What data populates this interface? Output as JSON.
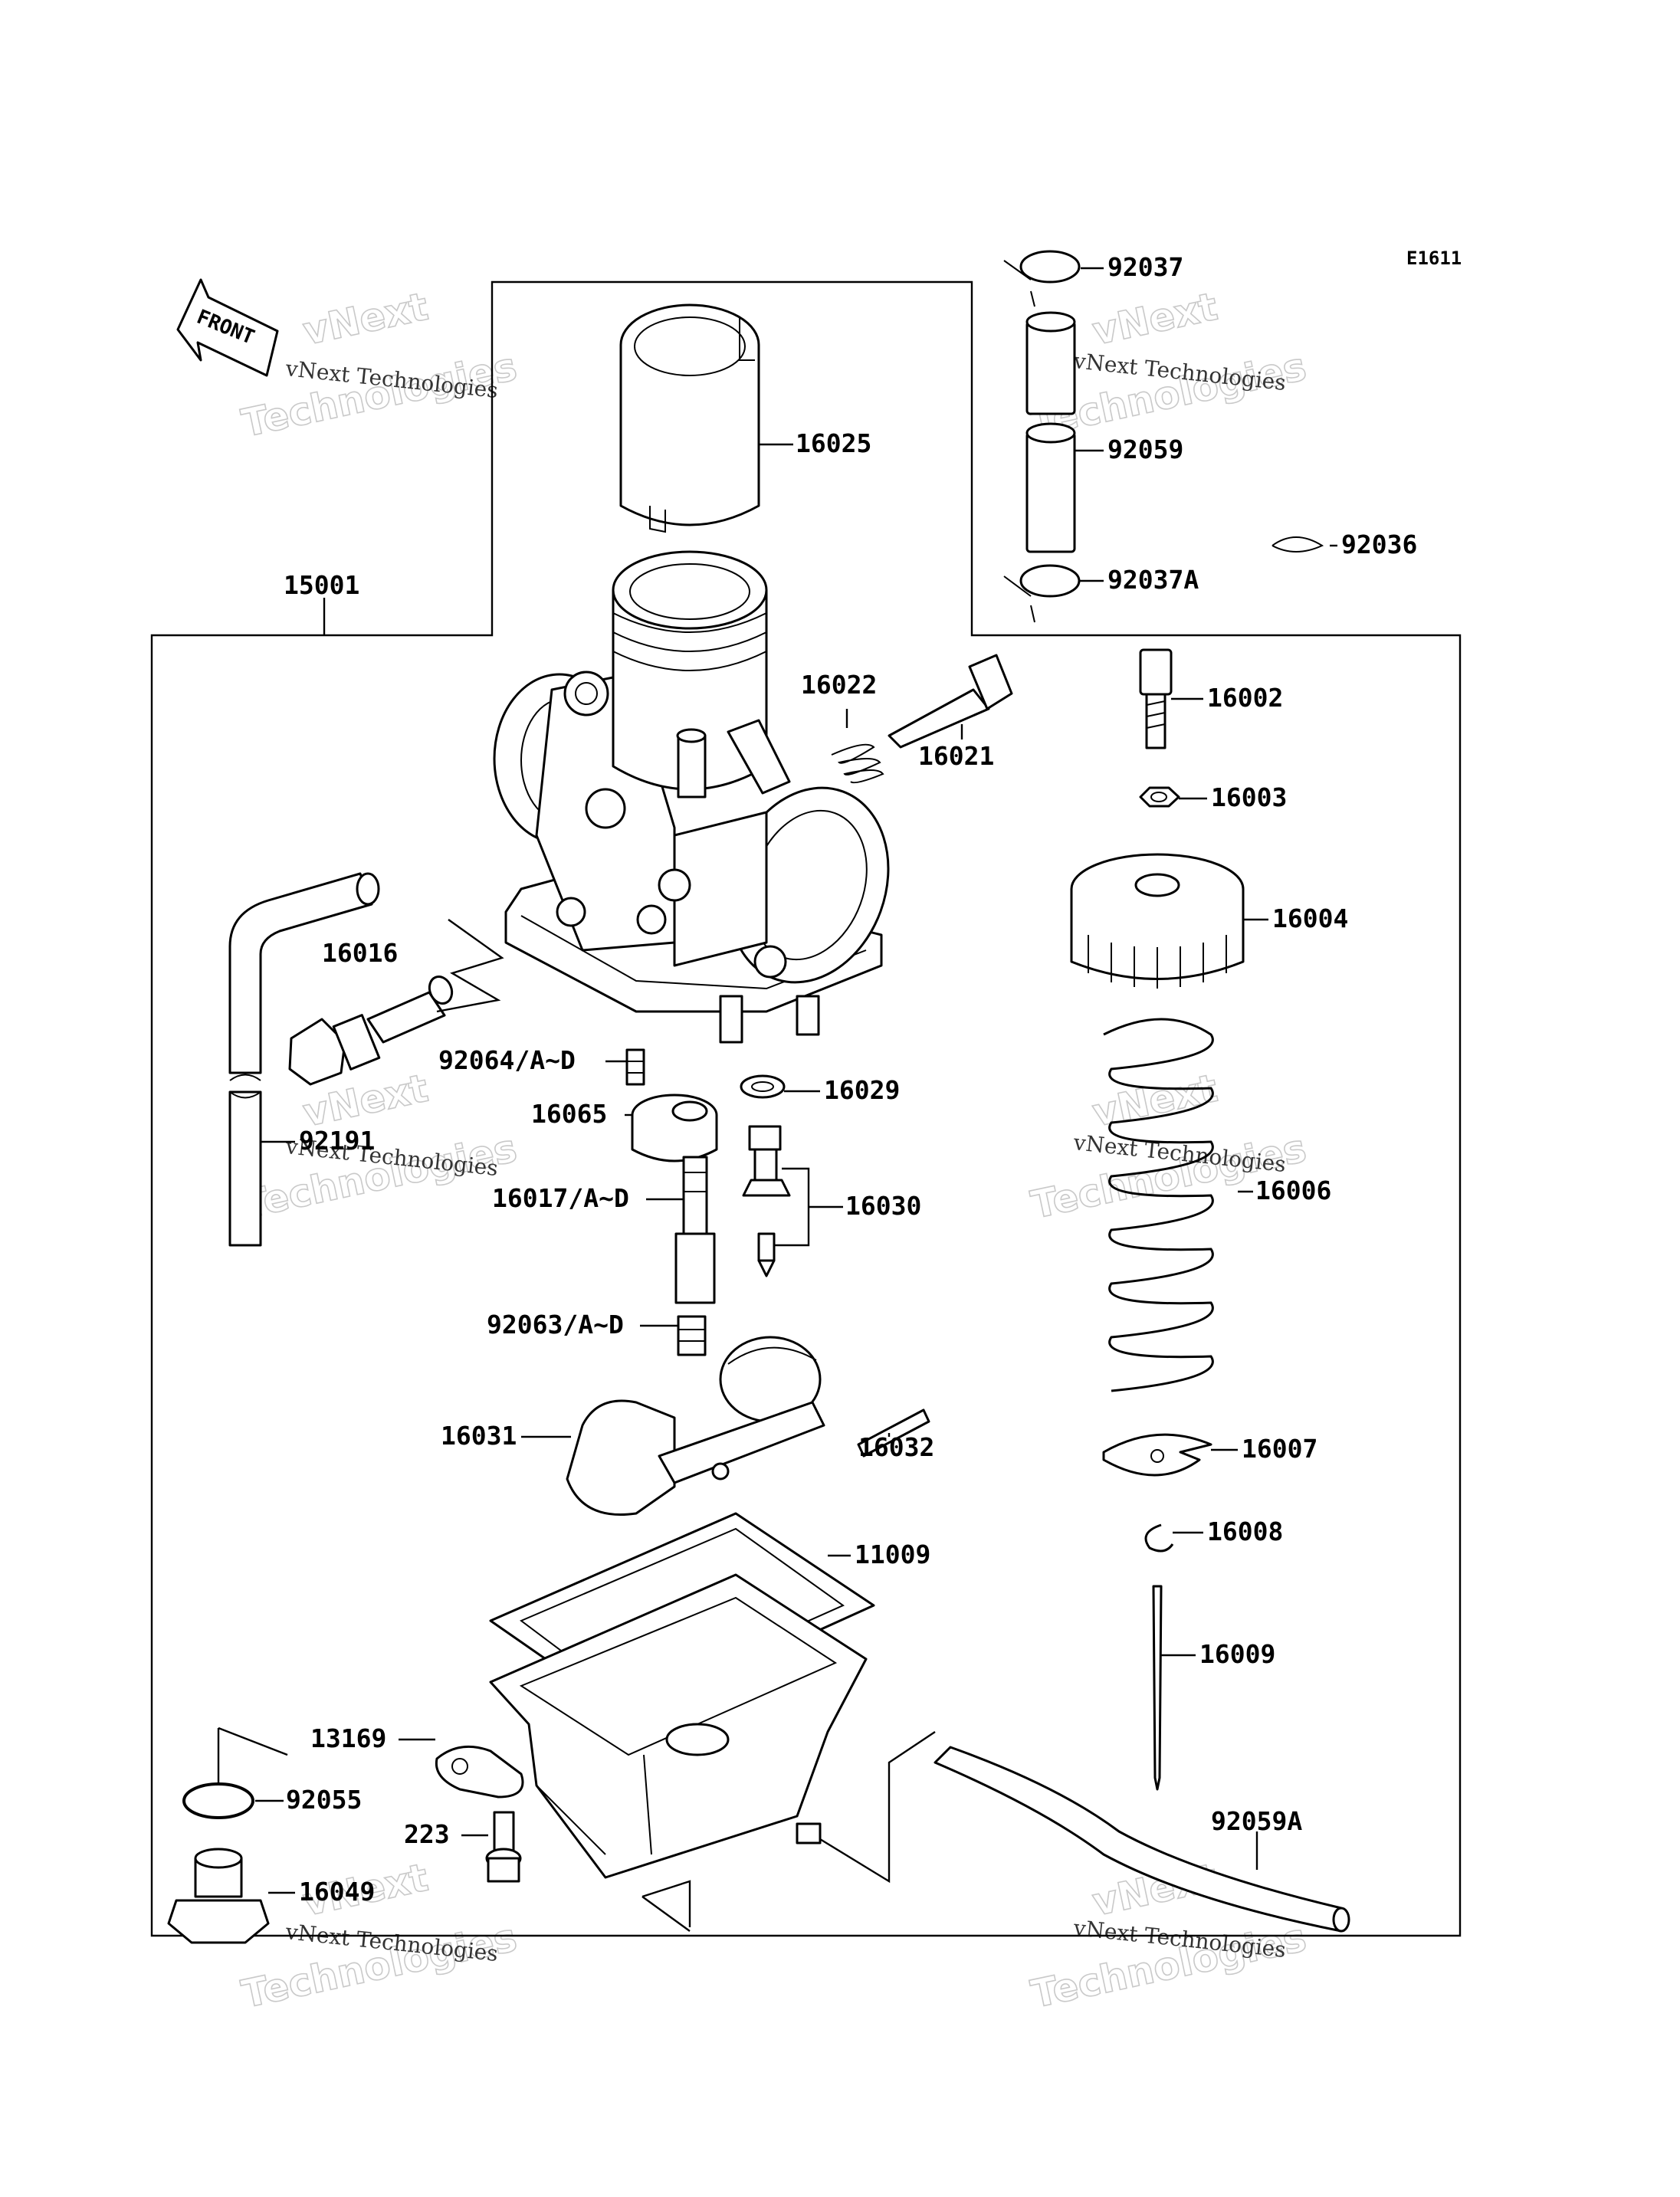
{
  "diagram_code": "E1611",
  "front_label": "FRONT",
  "watermark": {
    "line1": "vNext Technologies",
    "line2": "vNext",
    "line3": "Technologies"
  },
  "parts": [
    {
      "id": "p92037",
      "label": "92037"
    },
    {
      "id": "p92059",
      "label": "92059"
    },
    {
      "id": "p92036",
      "label": "92036"
    },
    {
      "id": "p92037A",
      "label": "92037A"
    },
    {
      "id": "p16025",
      "label": "16025"
    },
    {
      "id": "p15001",
      "label": "15001"
    },
    {
      "id": "p16022",
      "label": "16022"
    },
    {
      "id": "p16021",
      "label": "16021"
    },
    {
      "id": "p16002",
      "label": "16002"
    },
    {
      "id": "p16003",
      "label": "16003"
    },
    {
      "id": "p16004",
      "label": "16004"
    },
    {
      "id": "p16016",
      "label": "16016"
    },
    {
      "id": "p92064",
      "label": "92064/A~D"
    },
    {
      "id": "p16029",
      "label": "16029"
    },
    {
      "id": "p16065",
      "label": "16065"
    },
    {
      "id": "p92191",
      "label": "92191"
    },
    {
      "id": "p16017",
      "label": "16017/A~D"
    },
    {
      "id": "p16030",
      "label": "16030"
    },
    {
      "id": "p16006",
      "label": "16006"
    },
    {
      "id": "p92063",
      "label": "92063/A~D"
    },
    {
      "id": "p16031",
      "label": "16031"
    },
    {
      "id": "p16032",
      "label": "16032"
    },
    {
      "id": "p16007",
      "label": "16007"
    },
    {
      "id": "p11009",
      "label": "11009"
    },
    {
      "id": "p16008",
      "label": "16008"
    },
    {
      "id": "p16009",
      "label": "16009"
    },
    {
      "id": "p13169",
      "label": "13169"
    },
    {
      "id": "p92055",
      "label": "92055"
    },
    {
      "id": "p223",
      "label": "223"
    },
    {
      "id": "p92059A",
      "label": "92059A"
    },
    {
      "id": "p16049",
      "label": "16049"
    }
  ]
}
